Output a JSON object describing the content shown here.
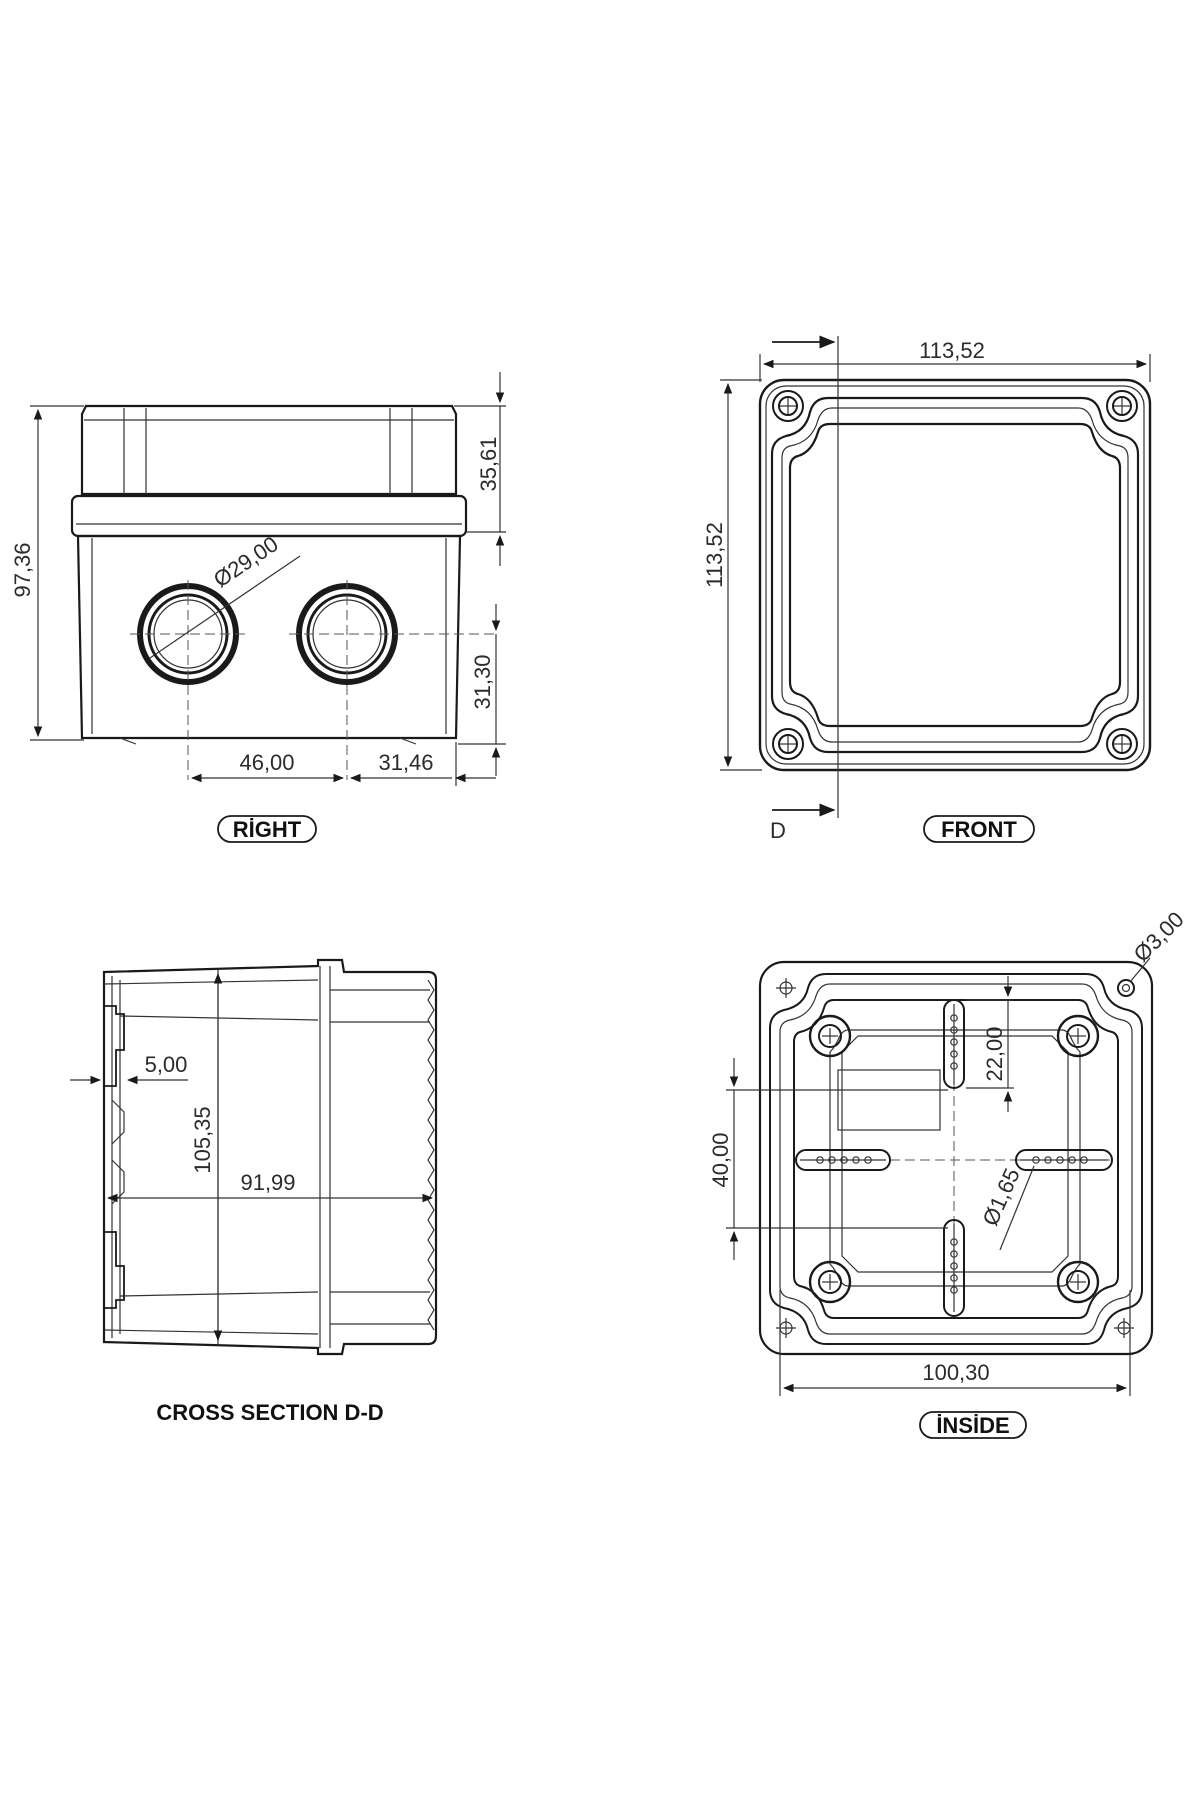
{
  "views": {
    "right": {
      "label": "RİGHT"
    },
    "front": {
      "label": "FRONT",
      "section_marker": "D"
    },
    "cross_section": {
      "label": "CROSS SECTION D-D"
    },
    "inside": {
      "label": "İNSİDE"
    }
  },
  "dimensions": {
    "right_height": "97,36",
    "right_lid": "35,61",
    "right_hole_diameter": "Ø29,00",
    "right_hole_height": "31,30",
    "right_hole_spacing": "46,00",
    "right_edge_offset": "31,46",
    "front_width": "113,52",
    "front_height": "113,52",
    "section_wall": "5,00",
    "section_height": "105,35",
    "section_depth": "91,99",
    "inside_corner_hole": "Ø3,00",
    "inside_rail_length": "22,00",
    "inside_rail_spacing": "40,00",
    "inside_small_hole": "Ø1,65",
    "inside_width": "100,30"
  }
}
